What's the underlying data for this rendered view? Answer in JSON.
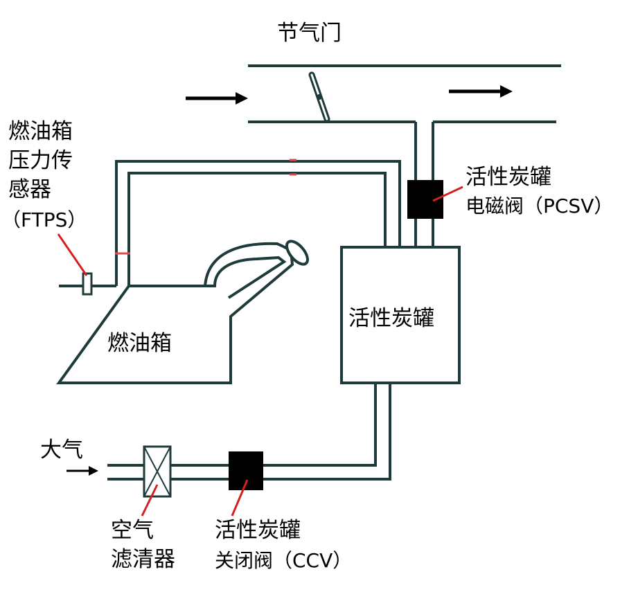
{
  "labels": {
    "throttle": "节气门",
    "ftps_line1": "燃油箱",
    "ftps_line2": "压力传",
    "ftps_line3": "感器",
    "ftps_line4": "（FTPS）",
    "pcsv_line1": "活性炭罐",
    "pcsv_line2": "电磁阀（PCSV）",
    "fuel_tank": "燃油箱",
    "canister": "活性炭罐",
    "atmosphere": "大气",
    "air_filter_line1": "空气",
    "air_filter_line2": "滤清器",
    "ccv_line1": "活性炭罐",
    "ccv_line2": "关闭阀（CCV）"
  },
  "colors": {
    "pipe": "#1f3a3a",
    "leader": "#d42020",
    "valve": "#000000",
    "text": "#000000"
  }
}
